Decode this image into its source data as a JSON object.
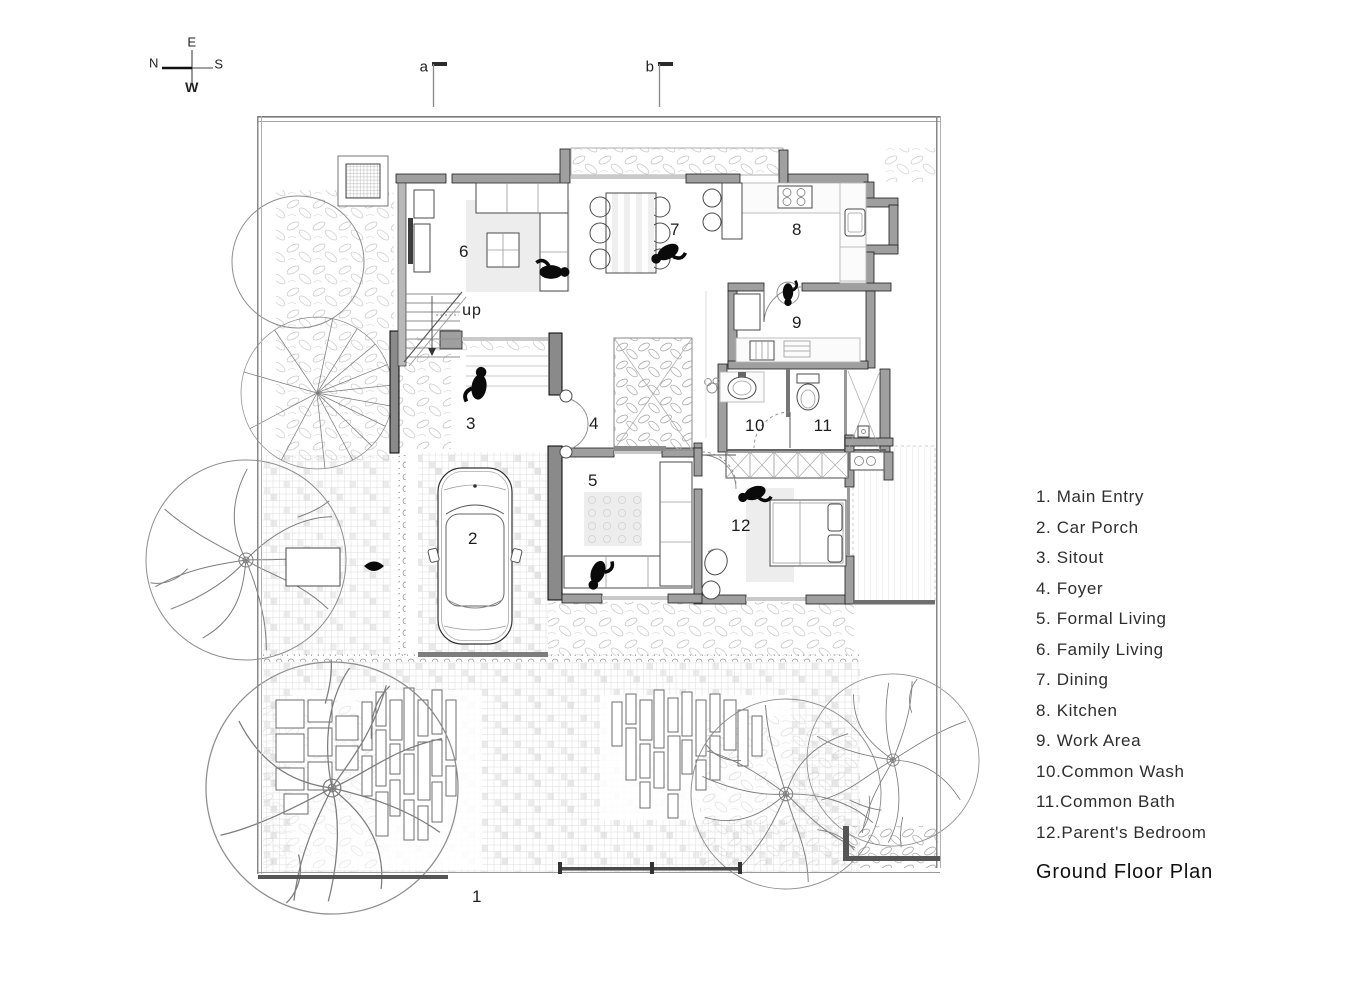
{
  "compass": {
    "top": "E",
    "left": "N",
    "right": "S",
    "bottom": "W"
  },
  "section_markers": {
    "a": "a",
    "b": "b"
  },
  "stairs": {
    "label": "up"
  },
  "rooms": [
    {
      "num": "1",
      "name": "Main Entry",
      "legend": "1. Main Entry"
    },
    {
      "num": "2",
      "name": "Car Porch",
      "legend": "2. Car Porch"
    },
    {
      "num": "3",
      "name": "Sitout",
      "legend": "3. Sitout"
    },
    {
      "num": "4",
      "name": "Foyer",
      "legend": "4. Foyer"
    },
    {
      "num": "5",
      "name": "Formal Living",
      "legend": "5. Formal Living"
    },
    {
      "num": "6",
      "name": "Family Living",
      "legend": "6. Family Living"
    },
    {
      "num": "7",
      "name": "Dining",
      "legend": "7. Dining"
    },
    {
      "num": "8",
      "name": "Kitchen",
      "legend": "8. Kitchen"
    },
    {
      "num": "9",
      "name": "Work Area",
      "legend": "9. Work Area"
    },
    {
      "num": "10",
      "name": "Common Wash",
      "legend": "10.Common Wash"
    },
    {
      "num": "11",
      "name": "Common Bath",
      "legend": "11.Common Bath"
    },
    {
      "num": "12",
      "name": "Parent's Bedroom",
      "legend": "12.Parent's Bedroom"
    }
  ],
  "title": "Ground Floor Plan"
}
